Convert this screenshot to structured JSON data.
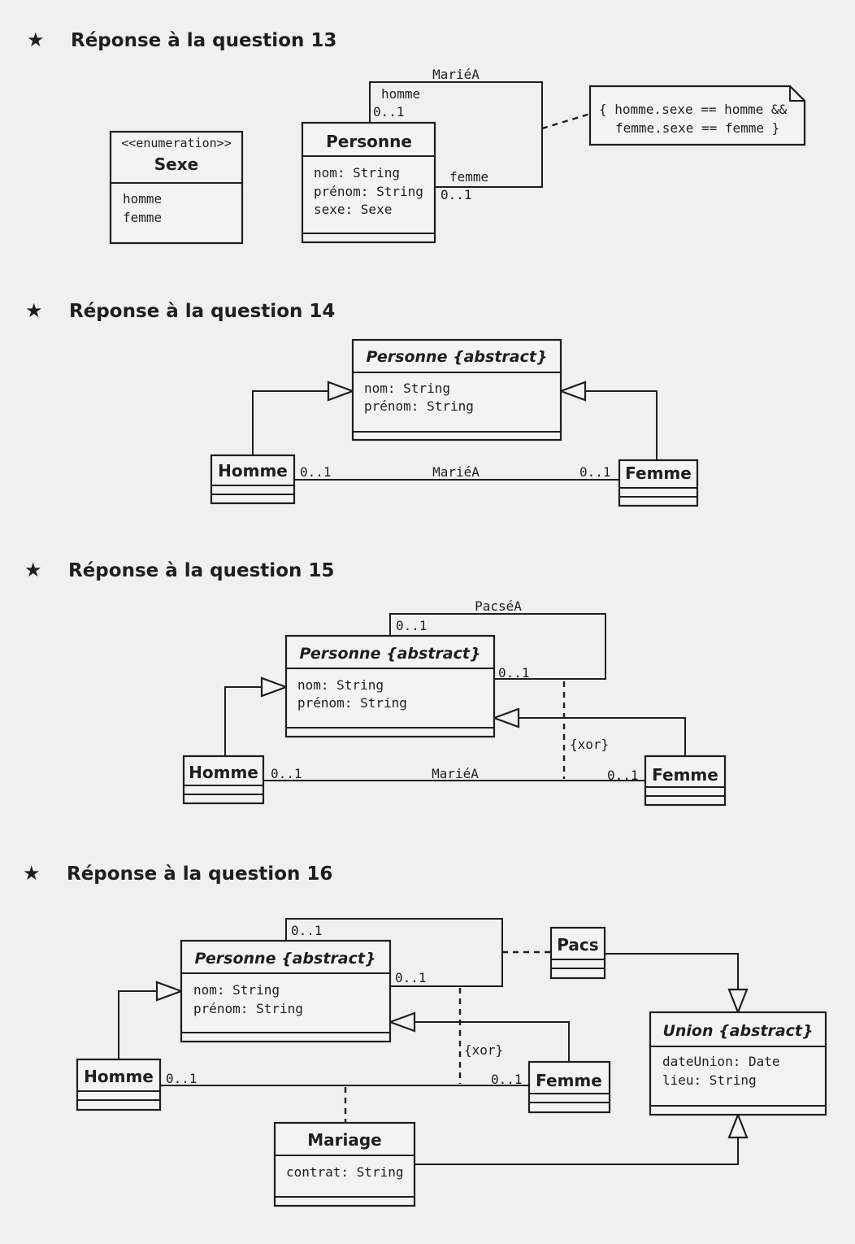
{
  "sections": {
    "q13": "Réponse à la question 13",
    "q14": "Réponse à la question 14",
    "q15": "Réponse à la question 15",
    "q16": "Réponse à la question 16"
  },
  "star": "★",
  "q13": {
    "enum": {
      "stereotype": "<<enumeration>>",
      "name": "Sexe",
      "literals": [
        "homme",
        "femme"
      ]
    },
    "personne": {
      "name": "Personne",
      "attributes": [
        "nom: String",
        "prénom: String",
        "sexe: Sexe"
      ]
    },
    "association": {
      "name": "MariéA",
      "role1": "homme",
      "mult1": "0..1",
      "role2": "femme",
      "mult2": "0..1"
    },
    "constraint": [
      "{ homme.sexe == homme &&",
      "femme.sexe == femme }"
    ]
  },
  "q14": {
    "personne": {
      "name": "Personne {abstract}",
      "attributes": [
        "nom: String",
        "prénom: String"
      ]
    },
    "homme": "Homme",
    "femme": "Femme",
    "association": {
      "name": "MariéA",
      "mult_homme": "0..1",
      "mult_femme": "0..1"
    }
  },
  "q15": {
    "personne": {
      "name": "Personne {abstract}",
      "attributes": [
        "nom: String",
        "prénom: String"
      ]
    },
    "homme": "Homme",
    "femme": "Femme",
    "pacs": {
      "name": "PacséA",
      "mult_top": "0..1",
      "mult_right": "0..1"
    },
    "mariage": {
      "name": "MariéA",
      "mult_homme": "0..1",
      "mult_femme": "0..1"
    },
    "xor": "{xor}"
  },
  "q16": {
    "personne": {
      "name": "Personne {abstract}",
      "attributes": [
        "nom: String",
        "prénom: String"
      ],
      "mult_top": "0..1",
      "mult_right": "0..1"
    },
    "homme": "Homme",
    "femme": "Femme",
    "mult_homme": "0..1",
    "mult_femme": "0..1",
    "xor": "{xor}",
    "pacs": "Pacs",
    "union": {
      "name": "Union {abstract}",
      "attributes": [
        "dateUnion: Date",
        "lieu: String"
      ]
    },
    "mariage": {
      "name": "Mariage",
      "attributes": [
        "contrat: String"
      ]
    }
  }
}
